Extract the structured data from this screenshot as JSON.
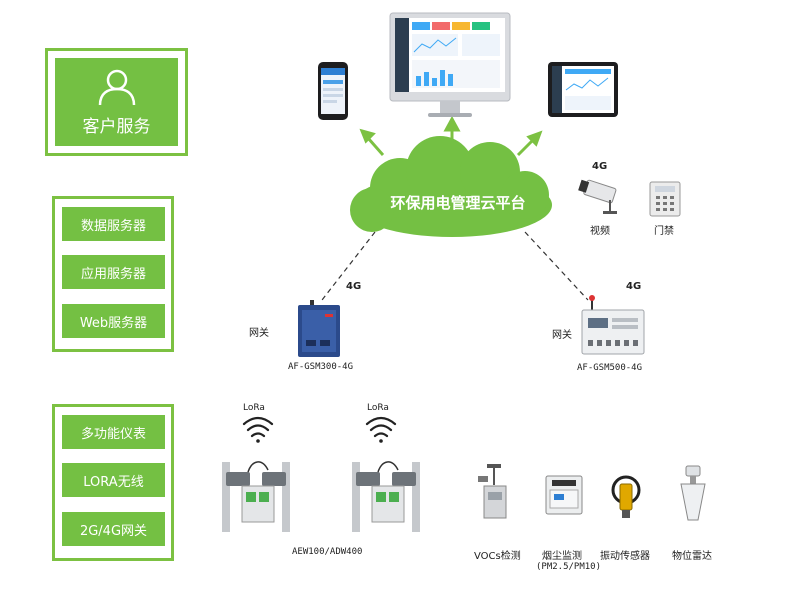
{
  "legend": {
    "customer_service": "客户服务",
    "servers": [
      "数据服务器",
      "应用服务器",
      "Web服务器"
    ],
    "field": [
      "多功能仪表",
      "LORA无线",
      "2G/4G网关"
    ]
  },
  "cloud": {
    "label": "环保用电管理云平台"
  },
  "cameras": {
    "network": "4G",
    "video": "视频",
    "door": "门禁"
  },
  "gateways": {
    "left": {
      "network": "4G",
      "label": "网关",
      "model": "AF-GSM300-4G"
    },
    "right": {
      "network": "4G",
      "label": "网关",
      "model": "AF-GSM500-4G"
    }
  },
  "meters": {
    "lora_1": "LoRa",
    "lora_2": "LoRa",
    "model": "AEW100/ADW400"
  },
  "sensors": {
    "vocs": "VOCs检测",
    "dust": "烟尘监测",
    "dust_sub": "(PM2.5/PM10)",
    "vibration": "振动传感器",
    "radar": "物位雷达"
  },
  "colors": {
    "accent": "#74c043",
    "frame": "#7cc142"
  }
}
